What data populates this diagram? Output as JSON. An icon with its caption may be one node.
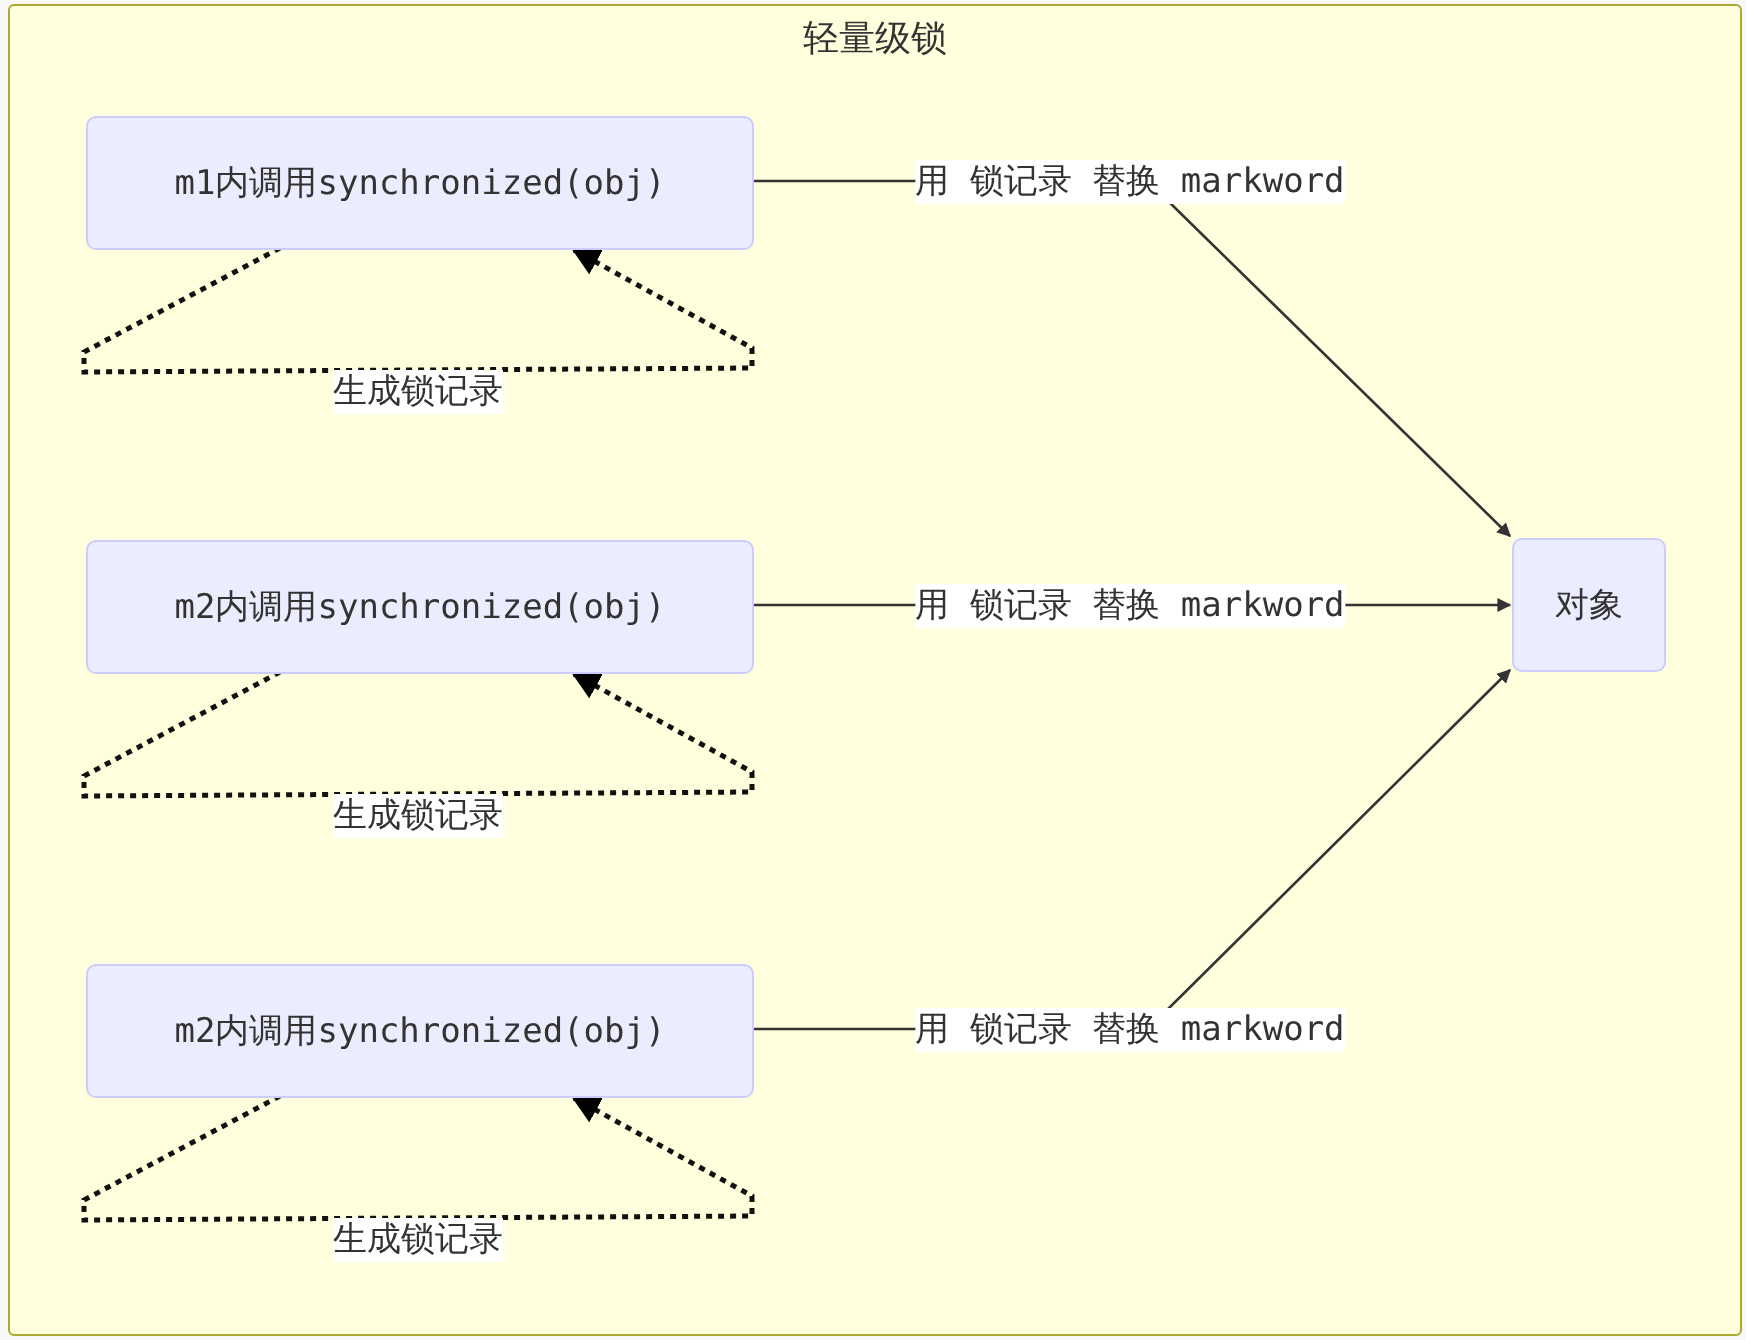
{
  "diagram": {
    "nodes": [
      {
        "text": [
          "轻量级锁"
        ]
      },
      {
        "text": [
          "m1内调用synchronized(obj)"
        ],
        "in": 0
      },
      {
        "text": [
          "m2内调用synchronized(obj)"
        ],
        "in": 0
      },
      {
        "text": [
          "m2内调用synchronized(obj)"
        ],
        "in": 0
      },
      {
        "text": [
          "对象"
        ],
        "in": 0
      }
    ],
    "edges": [
      {
        "from": 1,
        "to": 1,
        "arrow": "to",
        "style": "dashed",
        "label": "生成锁记录"
      },
      {
        "from": 1,
        "to": 4,
        "arrow": "to",
        "label": "用 锁记录 替换 markword"
      },
      {
        "from": 2,
        "to": 2,
        "arrow": "to",
        "style": "dashed",
        "label": "生成锁记录"
      },
      {
        "from": 2,
        "to": 4,
        "arrow": "to",
        "label": "用 锁记录 替换 markword"
      },
      {
        "from": 3,
        "to": 3,
        "arrow": "to",
        "style": "dashed",
        "label": "生成锁记录"
      },
      {
        "from": 3,
        "to": 4,
        "arrow": "to",
        "label": "用 锁记录 替换 markword"
      }
    ]
  }
}
